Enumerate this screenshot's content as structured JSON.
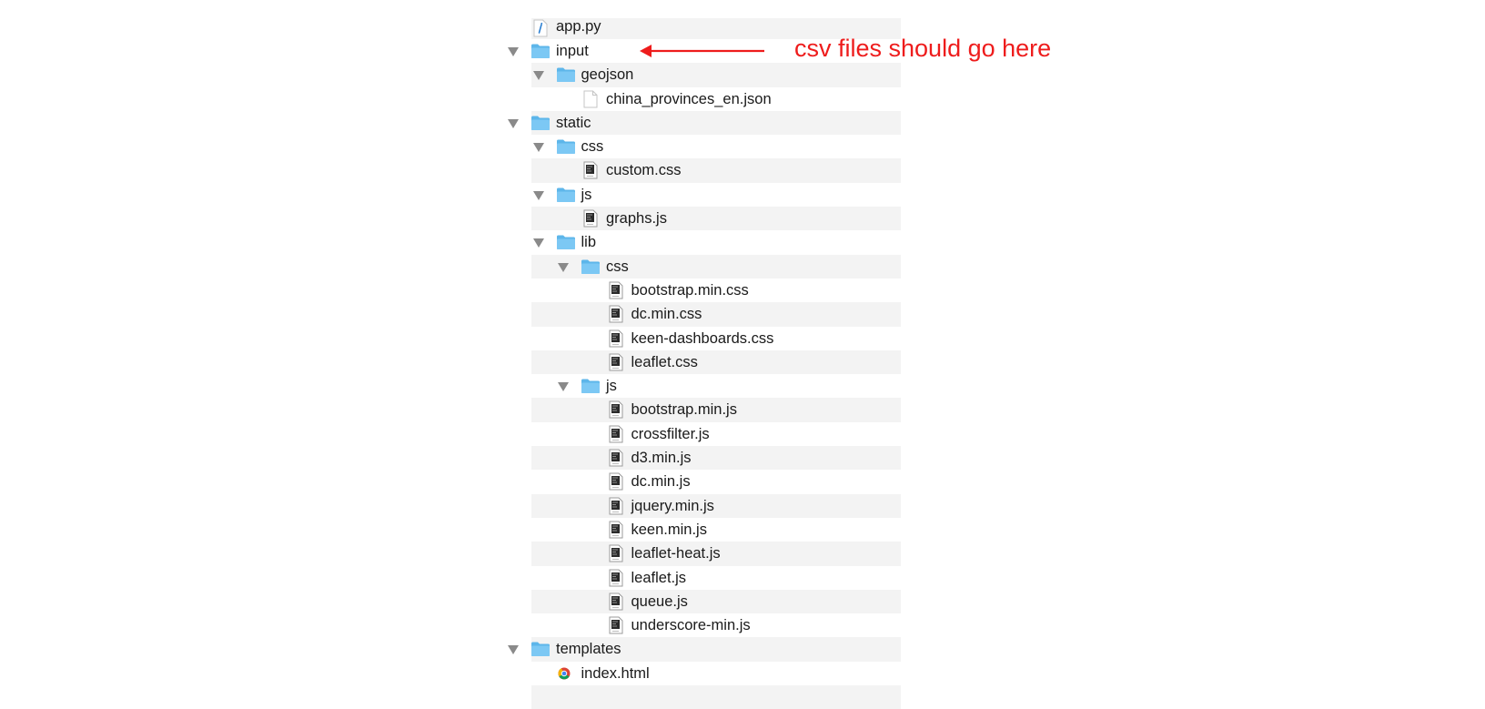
{
  "annotation": {
    "text": "csv files should go here",
    "color": "#ee1c1c",
    "points_to": "input"
  },
  "colors": {
    "folder": "#7cc8f4",
    "folder_tab": "#5db6ea",
    "stripe": "#f3f3f3",
    "disclosure": "#8a8a8a"
  },
  "tree": [
    {
      "name": "app.py",
      "depth": 0,
      "kind": "file",
      "icon": "python-file-icon"
    },
    {
      "name": "input",
      "depth": 0,
      "kind": "folder",
      "expanded": true
    },
    {
      "name": "geojson",
      "depth": 1,
      "kind": "folder",
      "expanded": true
    },
    {
      "name": "china_provinces_en.json",
      "depth": 2,
      "kind": "file",
      "icon": "document-file-icon"
    },
    {
      "name": "static",
      "depth": 0,
      "kind": "folder",
      "expanded": true
    },
    {
      "name": "css",
      "depth": 1,
      "kind": "folder",
      "expanded": true
    },
    {
      "name": "custom.css",
      "depth": 2,
      "kind": "file",
      "icon": "code-file-icon"
    },
    {
      "name": "js",
      "depth": 1,
      "kind": "folder",
      "expanded": true
    },
    {
      "name": "graphs.js",
      "depth": 2,
      "kind": "file",
      "icon": "code-file-icon"
    },
    {
      "name": "lib",
      "depth": 1,
      "kind": "folder",
      "expanded": true
    },
    {
      "name": "css",
      "depth": 2,
      "kind": "folder",
      "expanded": true
    },
    {
      "name": "bootstrap.min.css",
      "depth": 3,
      "kind": "file",
      "icon": "code-file-icon"
    },
    {
      "name": "dc.min.css",
      "depth": 3,
      "kind": "file",
      "icon": "code-file-icon"
    },
    {
      "name": "keen-dashboards.css",
      "depth": 3,
      "kind": "file",
      "icon": "code-file-icon"
    },
    {
      "name": "leaflet.css",
      "depth": 3,
      "kind": "file",
      "icon": "code-file-icon"
    },
    {
      "name": "js",
      "depth": 2,
      "kind": "folder",
      "expanded": true
    },
    {
      "name": "bootstrap.min.js",
      "depth": 3,
      "kind": "file",
      "icon": "code-file-icon"
    },
    {
      "name": "crossfilter.js",
      "depth": 3,
      "kind": "file",
      "icon": "code-file-icon"
    },
    {
      "name": "d3.min.js",
      "depth": 3,
      "kind": "file",
      "icon": "code-file-icon"
    },
    {
      "name": "dc.min.js",
      "depth": 3,
      "kind": "file",
      "icon": "code-file-icon"
    },
    {
      "name": "jquery.min.js",
      "depth": 3,
      "kind": "file",
      "icon": "code-file-icon"
    },
    {
      "name": "keen.min.js",
      "depth": 3,
      "kind": "file",
      "icon": "code-file-icon"
    },
    {
      "name": "leaflet-heat.js",
      "depth": 3,
      "kind": "file",
      "icon": "code-file-icon"
    },
    {
      "name": "leaflet.js",
      "depth": 3,
      "kind": "file",
      "icon": "code-file-icon"
    },
    {
      "name": "queue.js",
      "depth": 3,
      "kind": "file",
      "icon": "code-file-icon"
    },
    {
      "name": "underscore-min.js",
      "depth": 3,
      "kind": "file",
      "icon": "code-file-icon"
    },
    {
      "name": "templates",
      "depth": 0,
      "kind": "folder",
      "expanded": true
    },
    {
      "name": "index.html",
      "depth": 1,
      "kind": "file",
      "icon": "chrome-html-icon"
    },
    {
      "name": "",
      "depth": 0,
      "kind": "empty"
    }
  ]
}
